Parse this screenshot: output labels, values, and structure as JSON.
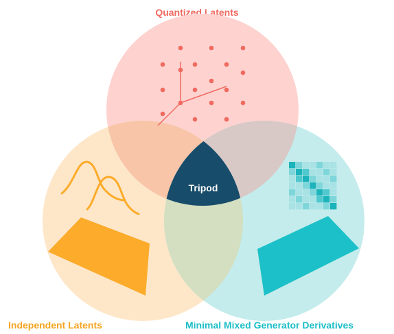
{
  "title_top": "Quantized Latents",
  "title_left": "Independent Latents",
  "title_right": "Minimal Mixed Generator Derivatives",
  "center_label": "Tripod",
  "colors": {
    "top_circle": "#fdd2cf",
    "left_circle": "#fee7c9",
    "right_circle": "#c4ecec",
    "top_left_overlap": "#f8c5a8",
    "top_right_overlap": "#d8c8c6",
    "left_right_overlap": "#d3dfc0",
    "center": "#174c6b",
    "top_accent": "#f06a60",
    "left_accent": "#fcab2a",
    "right_accent": "#1cc0c8",
    "left_label": "#f6a522",
    "right_label": "#1cbec7",
    "top_label": "#f06a60"
  },
  "icons": [
    "lattice-icon",
    "bell-curves-icon",
    "parallelogram-icon",
    "matrix-icon"
  ]
}
